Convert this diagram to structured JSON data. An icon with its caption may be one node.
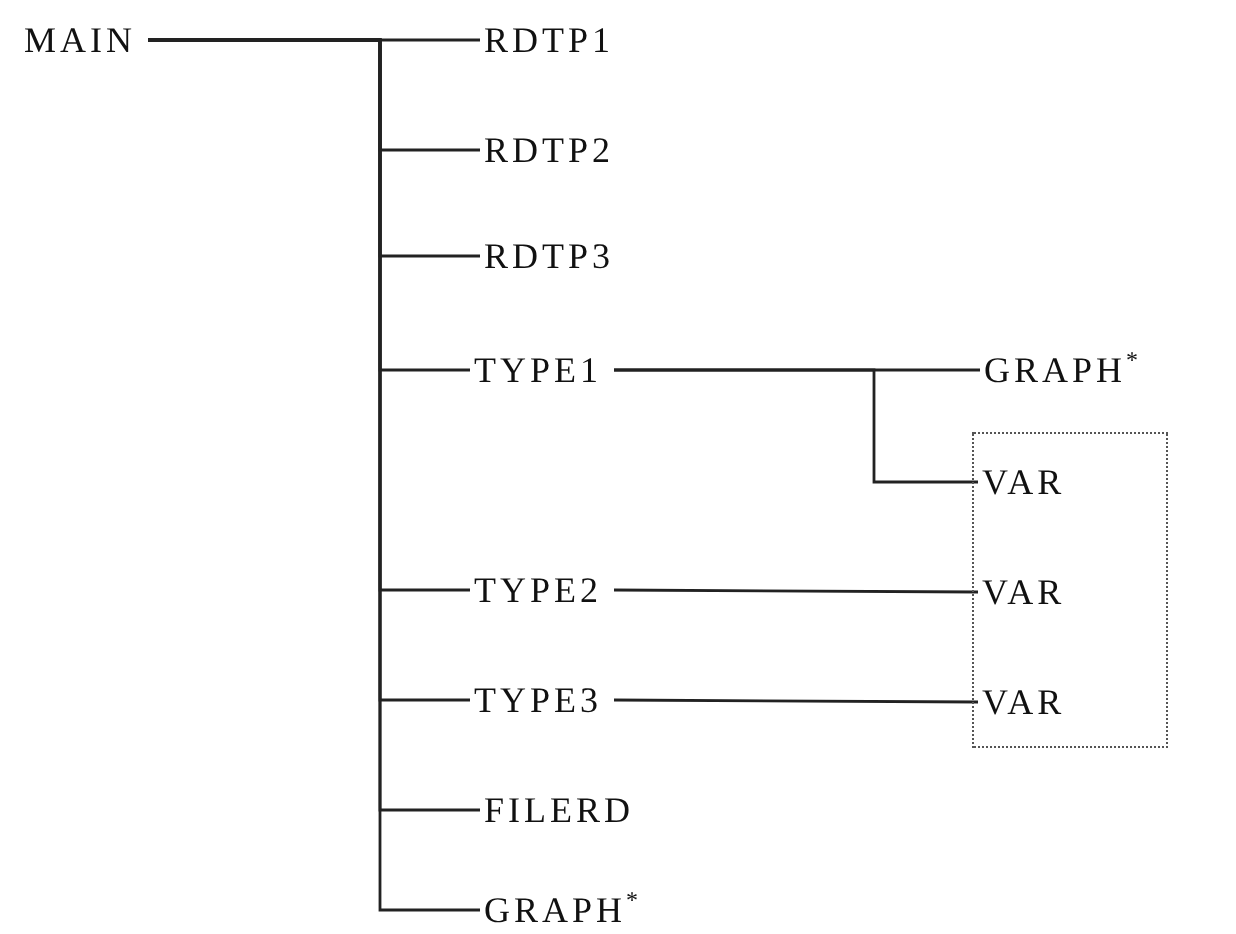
{
  "diagram": {
    "nodes": [
      {
        "text": [
          "MAIN"
        ]
      },
      {
        "text": [
          "RDTP1"
        ]
      },
      {
        "text": [
          "RDTP2"
        ]
      },
      {
        "text": [
          "RDTP3"
        ]
      },
      {
        "text": [
          "TYPE1"
        ]
      },
      {
        "text": [
          "GRAPH$^{*}$"
        ]
      },
      {
        "text": [],
        "shape": "box"
      },
      {
        "text": [
          "VAR"
        ],
        "in": 6
      },
      {
        "text": [
          "TYPE2"
        ]
      },
      {
        "text": [
          "VAR"
        ],
        "in": 6
      },
      {
        "text": [
          "TYPE3"
        ]
      },
      {
        "text": [
          "VAR"
        ],
        "in": 6
      },
      {
        "text": [
          "FILERD"
        ]
      },
      {
        "text": [
          "GRAPH$^{*}$"
        ]
      }
    ],
    "edges": [
      {
        "from": 0,
        "to": 1,
        "arrow": "none"
      },
      {
        "from": 0,
        "to": 2,
        "arrow": "none"
      },
      {
        "from": 0,
        "to": 3,
        "arrow": "none"
      },
      {
        "from": 0,
        "to": 4,
        "arrow": "none"
      },
      {
        "from": 4,
        "to": 5,
        "arrow": "none"
      },
      {
        "from": 4,
        "to": 7,
        "arrow": "none"
      },
      {
        "from": 0,
        "to": 8,
        "arrow": "none"
      },
      {
        "from": 8,
        "to": 9,
        "arrow": "none"
      },
      {
        "from": 0,
        "to": 10,
        "arrow": "none"
      },
      {
        "from": 10,
        "to": 11,
        "arrow": "none"
      },
      {
        "from": 0,
        "to": 12,
        "arrow": "none"
      },
      {
        "from": 0,
        "to": 13,
        "arrow": "none"
      }
    ]
  }
}
